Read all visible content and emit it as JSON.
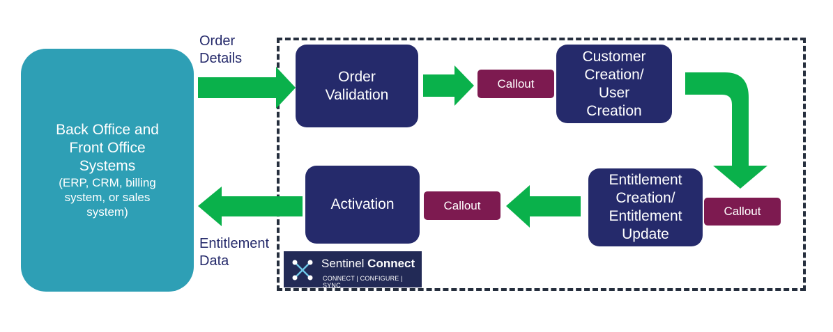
{
  "left_system": {
    "title": "Back Office and\nFront Office\nSystems",
    "subtitle": "(ERP, CRM, billing\nsystem, or sales\nsystem)"
  },
  "flow_labels": {
    "order_details": "Order\nDetails",
    "entitlement_data": "Entitlement\nData"
  },
  "steps": {
    "order_validation": "Order\nValidation",
    "customer_creation": "Customer\nCreation/\nUser\nCreation",
    "entitlement_creation": "Entitlement\nCreation/\nEntitlement\nUpdate",
    "activation": "Activation"
  },
  "callouts": {
    "top": "Callout",
    "right": "Callout",
    "bottom": "Callout"
  },
  "logo": {
    "name_regular": "Sentinel",
    "name_bold": "Connect",
    "tagline": "CONNECT | CONFIGURE | SYNC"
  },
  "colors": {
    "navy": "#252a6b",
    "teal": "#2e9fb5",
    "callout": "#7d1a50",
    "arrow": "#0ab14b",
    "dash": "#252e3d"
  }
}
